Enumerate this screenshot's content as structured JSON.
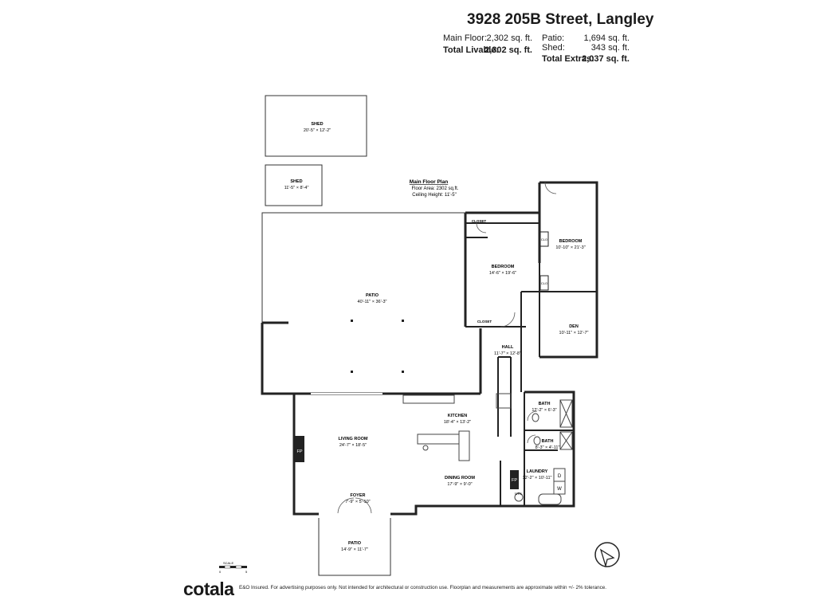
{
  "header": {
    "title": "3928 205B Street, Langley",
    "main_floor_label": "Main Floor:",
    "main_floor_value": "2,302 sq. ft.",
    "total_livable_label": "Total Livable:",
    "total_livable_value": "2,302 sq. ft.",
    "patio_label": "Patio:",
    "patio_value": "1,694 sq. ft.",
    "shed_label": "Shed:",
    "shed_value": "343 sq. ft.",
    "total_extras_label": "Total Extras:",
    "total_extras_value": "2,037 sq. ft."
  },
  "plan_info": {
    "title": "Main Floor Plan",
    "floor_area": "Floor Area: 2302 sq.ft.",
    "ceiling_height": "Ceiling Height: 11'-5\""
  },
  "rooms": {
    "shed_large": {
      "name": "SHED",
      "dims": "20'-5\" × 12'-2\""
    },
    "shed_small": {
      "name": "SHED",
      "dims": "11'-5\" × 8'-4\""
    },
    "patio_main": {
      "name": "PATIO",
      "dims": "40'-11\" × 36'-3\""
    },
    "bedroom_right": {
      "name": "BEDROOM",
      "dims": "10'-10\" × 21'-3\""
    },
    "closet_top": {
      "name": "CLOSET"
    },
    "bedroom_main": {
      "name": "BEDROOM",
      "dims": "14'-6\" × 19'-6\""
    },
    "closet_bottom": {
      "name": "CLOSET"
    },
    "den": {
      "name": "DEN",
      "dims": "10'-11\" × 12'-7\""
    },
    "hall": {
      "name": "HALL",
      "dims": "11'-7\" × 12'-8\""
    },
    "bath_1": {
      "name": "BATH",
      "dims": "12'-2\" × 6'-3\""
    },
    "bath_2": {
      "name": "BATH",
      "dims": "8'-3\" × 4'-11\""
    },
    "kitchen": {
      "name": "KITCHEN",
      "dims": "18'-4\" × 13'-2\""
    },
    "living_room": {
      "name": "LIVING ROOM",
      "dims": "24'-7\" × 18'-5\""
    },
    "dining_room": {
      "name": "DINING ROOM",
      "dims": "17'-9\" × 9'-0\""
    },
    "laundry": {
      "name": "LAUNDRY",
      "dims": "12'-2\" × 10'-11\""
    },
    "foyer": {
      "name": "FOYER",
      "dims": "7'-9\" × 5'-10\""
    },
    "patio_front": {
      "name": "PATIO",
      "dims": "14'-9\" × 11'-7\""
    }
  },
  "symbols": {
    "fp": "FP",
    "clo": "CLO",
    "dryer": "D",
    "washer": "W",
    "util": "UTIL"
  },
  "scale": {
    "label": "SCALE",
    "start": "0",
    "end": "5"
  },
  "footer": {
    "logo": "cotala",
    "disclaimer": "E&O Insured. For advertising purposes only. Not intended for architectural or construction use. Floorplan and measurements are approximate within +/- 2% tolerance."
  }
}
